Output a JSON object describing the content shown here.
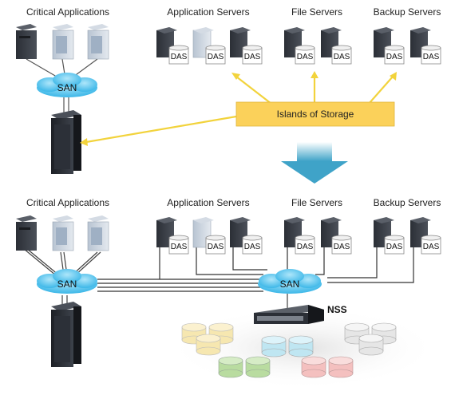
{
  "top": {
    "groups": {
      "critical": "Critical Applications",
      "app": "Application Servers",
      "file": "File Servers",
      "backup": "Backup Servers"
    },
    "das_label": "DAS",
    "san_label": "SAN",
    "islands_label": "Islands of Storage"
  },
  "bottom": {
    "groups": {
      "critical": "Critical Applications",
      "app": "Application Servers",
      "file": "File Servers",
      "backup": "Backup Servers"
    },
    "das_label": "DAS",
    "san_label": "SAN",
    "nss_label": "NSS"
  },
  "colors": {
    "arrow": "#f5d94a",
    "island_box": "#fbd15a",
    "big_arrow": "#4aa6c9",
    "cloud": "#5ec8f0",
    "pool_yellow": "#f6e7b0",
    "pool_blue": "#bfe6f2",
    "pool_green": "#b9dca0",
    "pool_red": "#f4c0bf",
    "pool_gray": "#e6e6e6"
  },
  "icons": {
    "server": "tower-server-icon",
    "storage": "das-disk-icon",
    "san": "san-cloud-icon",
    "rack": "storage-rack-icon",
    "appliance": "nss-appliance-icon",
    "pool": "disk-cylinder-icon"
  }
}
